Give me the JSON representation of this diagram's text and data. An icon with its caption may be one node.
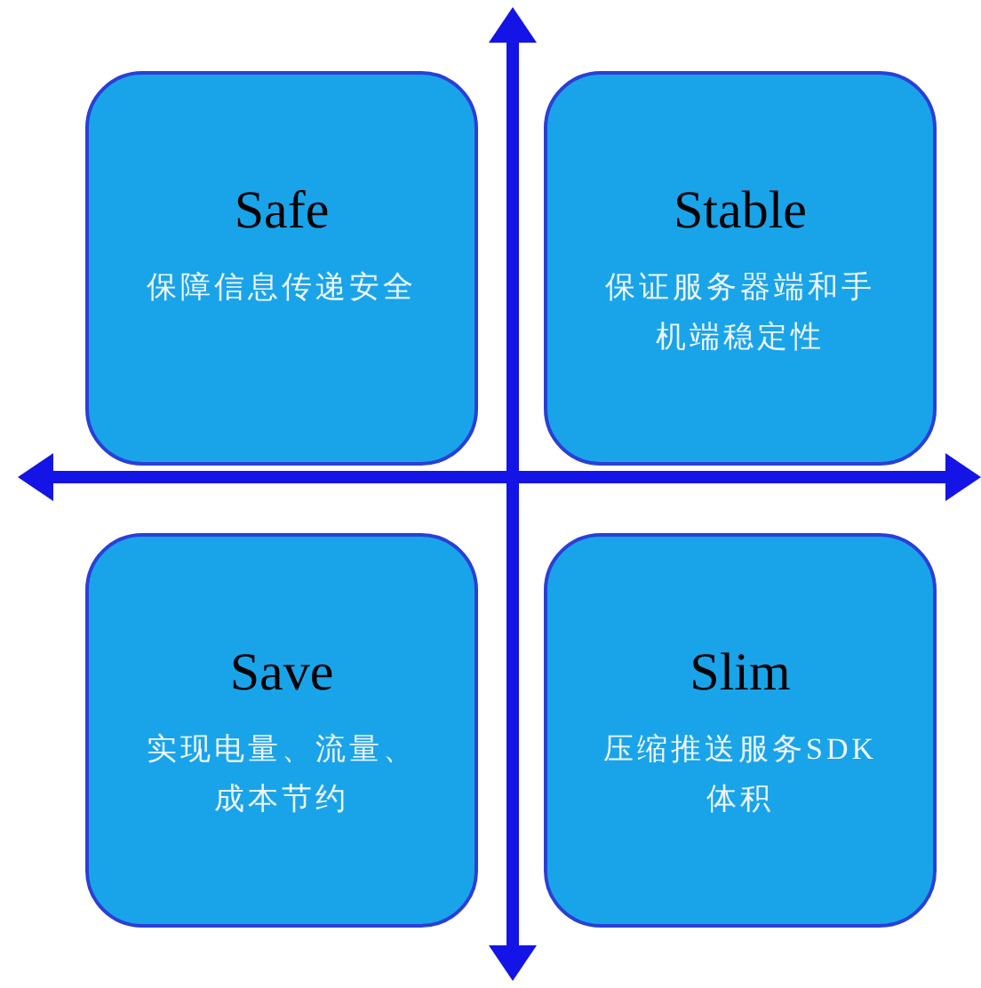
{
  "diagram": {
    "nodes": [
      {
        "text": [
          "Safe",
          "保障信息传递安全"
        ]
      },
      {
        "text": [
          "Stable",
          "保证服务器端和手机端稳定性"
        ]
      },
      {
        "text": [
          "Save",
          "实现电量、流量、成本节约"
        ]
      },
      {
        "text": [
          "Slim",
          "压缩推送服务SDK体积"
        ]
      }
    ]
  }
}
